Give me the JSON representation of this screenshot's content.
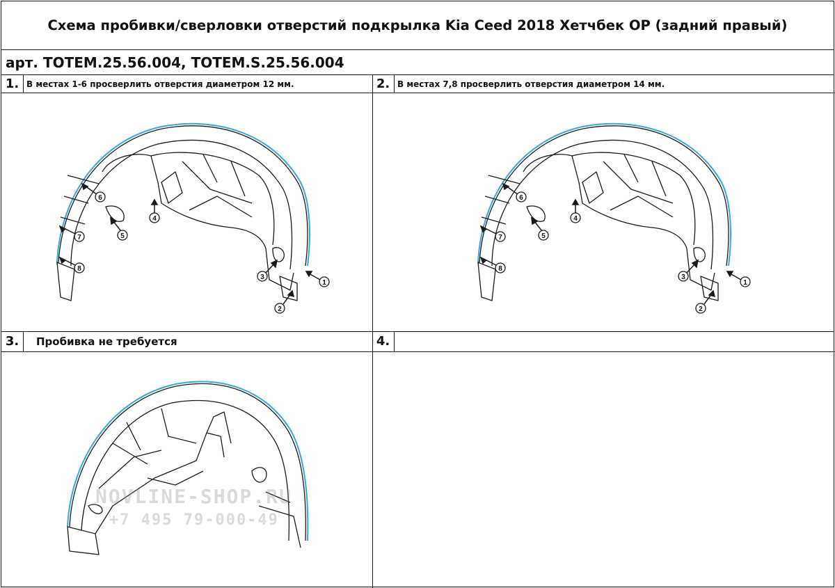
{
  "header": {
    "title": "Схема пробивки/сверловки отверстий подкрылка Kia Ceed 2018 Хетчбек ОР (задний правый)",
    "article": "арт. TOTEM.25.56.004, TOTEM.S.25.56.004"
  },
  "cells": [
    {
      "number": "1.",
      "text": "В местах 1-6 просверлить отверстия диаметром 12 мм."
    },
    {
      "number": "2.",
      "text": "В местах 7,8 просверлить отверстия диаметром 14 мм."
    },
    {
      "number": "3.",
      "text": "Пробивка не требуется"
    },
    {
      "number": "4.",
      "text": ""
    }
  ],
  "callouts": [
    "1",
    "2",
    "3",
    "4",
    "5",
    "6",
    "7",
    "8"
  ],
  "watermark": {
    "site": "NOVLINE-SHOP.RU",
    "phone": "+7 495 79-000-49"
  },
  "colors": {
    "line": "#1a1a1a",
    "highlight": "#39a7d8"
  }
}
